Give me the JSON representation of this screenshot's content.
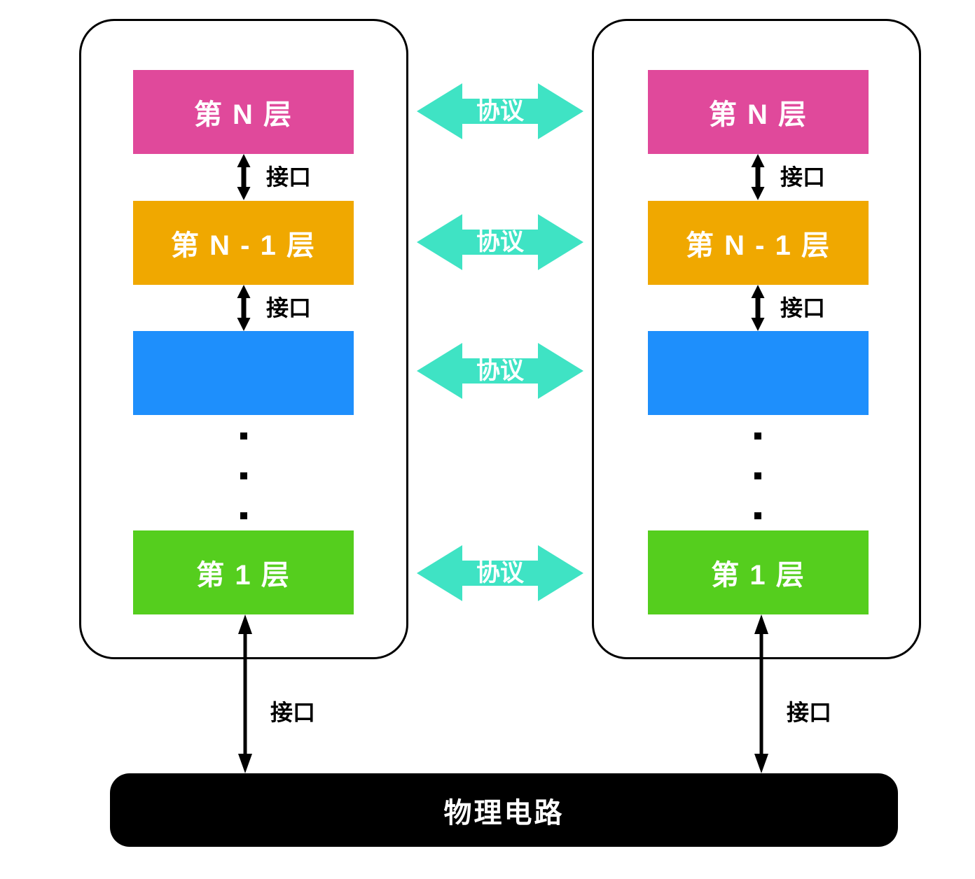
{
  "layers": [
    {
      "label": "第 N 层",
      "color": "#E0499B"
    },
    {
      "label": "第 N - 1 层",
      "color": "#F0A800"
    },
    {
      "label": "",
      "color": "#1E8FFC"
    },
    {
      "label": "第 1 层",
      "color": "#55CE1E"
    }
  ],
  "labels": {
    "interface": "接口",
    "protocol": "协议",
    "physical_circuit": "物理电路"
  },
  "ellipsis": {
    "dot_count": 3
  },
  "colors": {
    "background": "#FFFFFF",
    "host_border": "#000000",
    "host_fill": "#FFFFFF",
    "protocol_arrow": "#3FE3C4",
    "interface_arrow": "#000000",
    "physical_bar": "#000000",
    "layer_text": "#FFFFFF",
    "protocol_text": "#FFFFFF",
    "interface_text": "#000000",
    "physical_text": "#FFFFFF"
  }
}
